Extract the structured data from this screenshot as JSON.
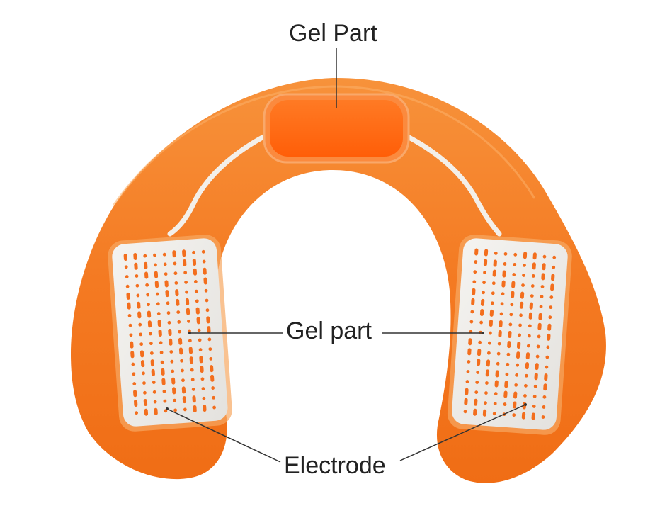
{
  "labels": {
    "top": "Gel Part",
    "middle": "Gel part",
    "bottom": "Electrode"
  },
  "colors": {
    "pad_orange": "#f47a22",
    "pad_orange_light": "#f9a152",
    "gel_orange": "#ff6a12",
    "electrode_white": "#ecebe8",
    "dot_orange": "#f36e1d",
    "leader_line": "#333333",
    "text": "#222222"
  }
}
